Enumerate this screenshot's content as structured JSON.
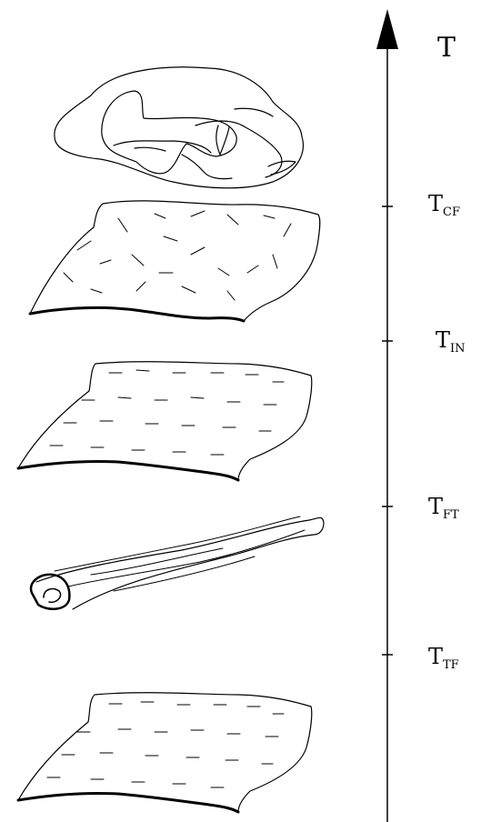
{
  "axis": {
    "symbol": "T",
    "ticks": [
      {
        "main": "T",
        "sub": "CF"
      },
      {
        "main": "T",
        "sub": "IN"
      },
      {
        "main": "T",
        "sub": "FT"
      },
      {
        "main": "T",
        "sub": "TF"
      }
    ]
  },
  "stages": [
    {
      "id": "crumpled-phase",
      "icon": "crumpled-sheet"
    },
    {
      "id": "isotropic-flat-phase",
      "icon": "flat-sheet-random-dashes"
    },
    {
      "id": "flat-phase-upper",
      "icon": "flat-sheet-aligned-dashes"
    },
    {
      "id": "tubular-phase",
      "icon": "rolled-tube"
    },
    {
      "id": "flat-phase-lower",
      "icon": "flat-sheet-aligned-dashes"
    }
  ],
  "colors": {
    "ink": "#000000",
    "background": "#ffffff"
  }
}
